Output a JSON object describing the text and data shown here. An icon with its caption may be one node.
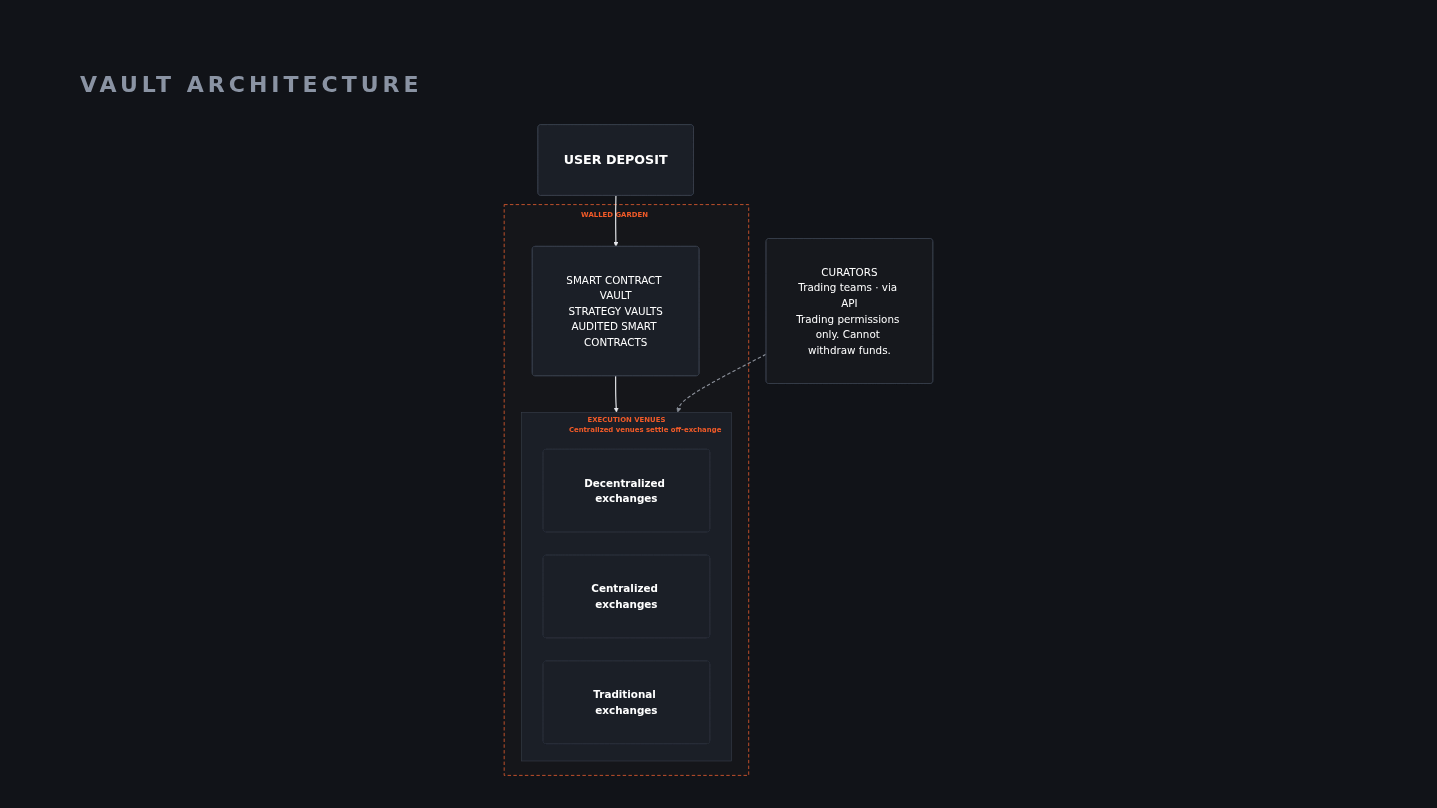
{
  "diagram": {
    "title": "VAULT ARCHITECTURE",
    "nodes": [
      {
        "text": [
          "USER DEPOSIT"
        ]
      },
      {
        "text": [
          "WALLED GARDEN"
        ]
      },
      {
        "text": [
          "SMART CONTRACT VAULT",
          "STRATEGY VAULTS",
          "AUDITED SMART CONTRACTS"
        ],
        "in": 1
      },
      {
        "text": [
          "EXECUTION VENUES",
          "Centralized venues settle off-exchange"
        ],
        "in": 1
      },
      {
        "text": [
          "Decentralized exchanges"
        ],
        "in": 3
      },
      {
        "text": [
          "Centralized exchanges"
        ],
        "in": 3
      },
      {
        "text": [
          "Traditional exchanges"
        ],
        "in": 3
      },
      {
        "text": [
          "CURATORS",
          "Trading teams · via API",
          "Trading permissions only. Cannot withdraw funds."
        ]
      }
    ],
    "edges": [
      {
        "from": 0,
        "to": 2,
        "arrow": "to"
      },
      {
        "from": 2,
        "to": 3,
        "arrow": "to"
      },
      {
        "from": 7,
        "to": 3,
        "arrow": "to",
        "style": "dashed",
        "color": "#8a8f99"
      }
    ]
  }
}
